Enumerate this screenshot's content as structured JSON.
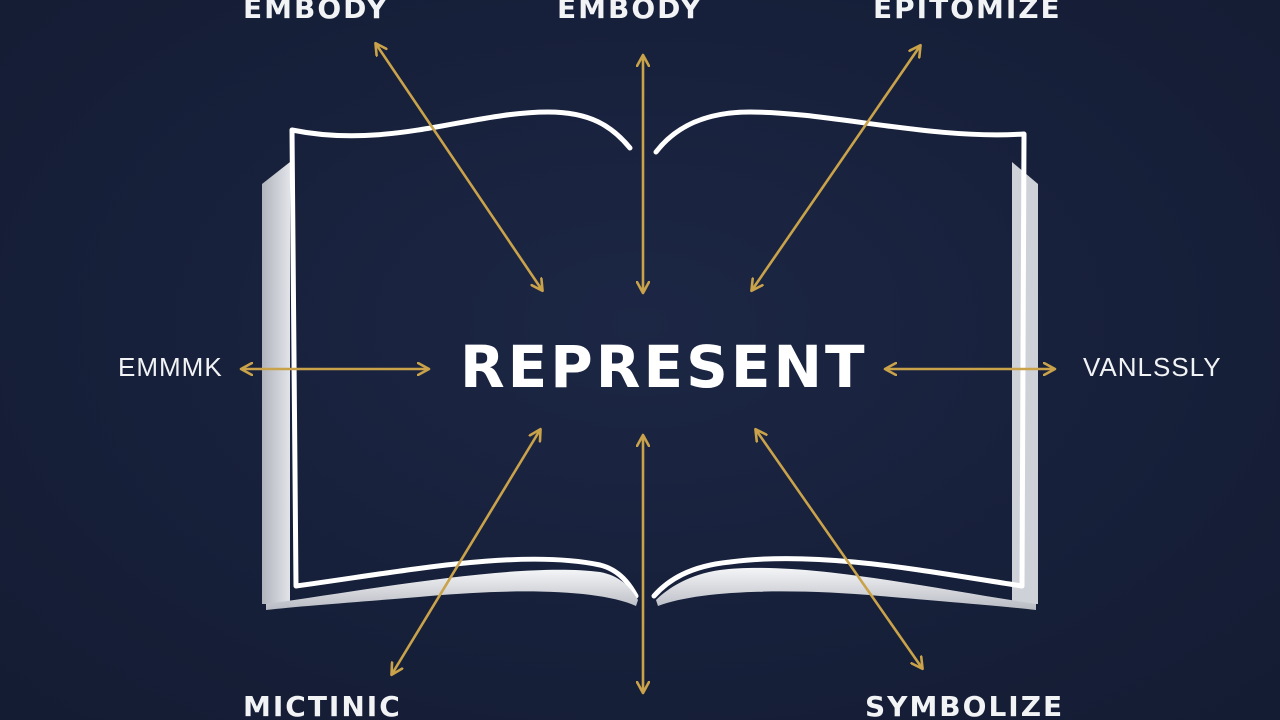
{
  "center": {
    "label": "REPRESENT"
  },
  "words": {
    "top_left": "EMBODY",
    "top_center": "EMBODY",
    "top_right": "EPITOMIZE",
    "left": "EMMMK",
    "right": "VANLSSLY",
    "bottom_left": "MICTINIC",
    "bottom_right": "SYMBOLIZE"
  },
  "colors": {
    "background": "#17203a",
    "arrow": "#c9a24a",
    "book_page": "#ffffff",
    "book_edge": "#d8dadf",
    "text": "#f2f3f5"
  },
  "icons": {
    "book": "open-book-icon"
  }
}
